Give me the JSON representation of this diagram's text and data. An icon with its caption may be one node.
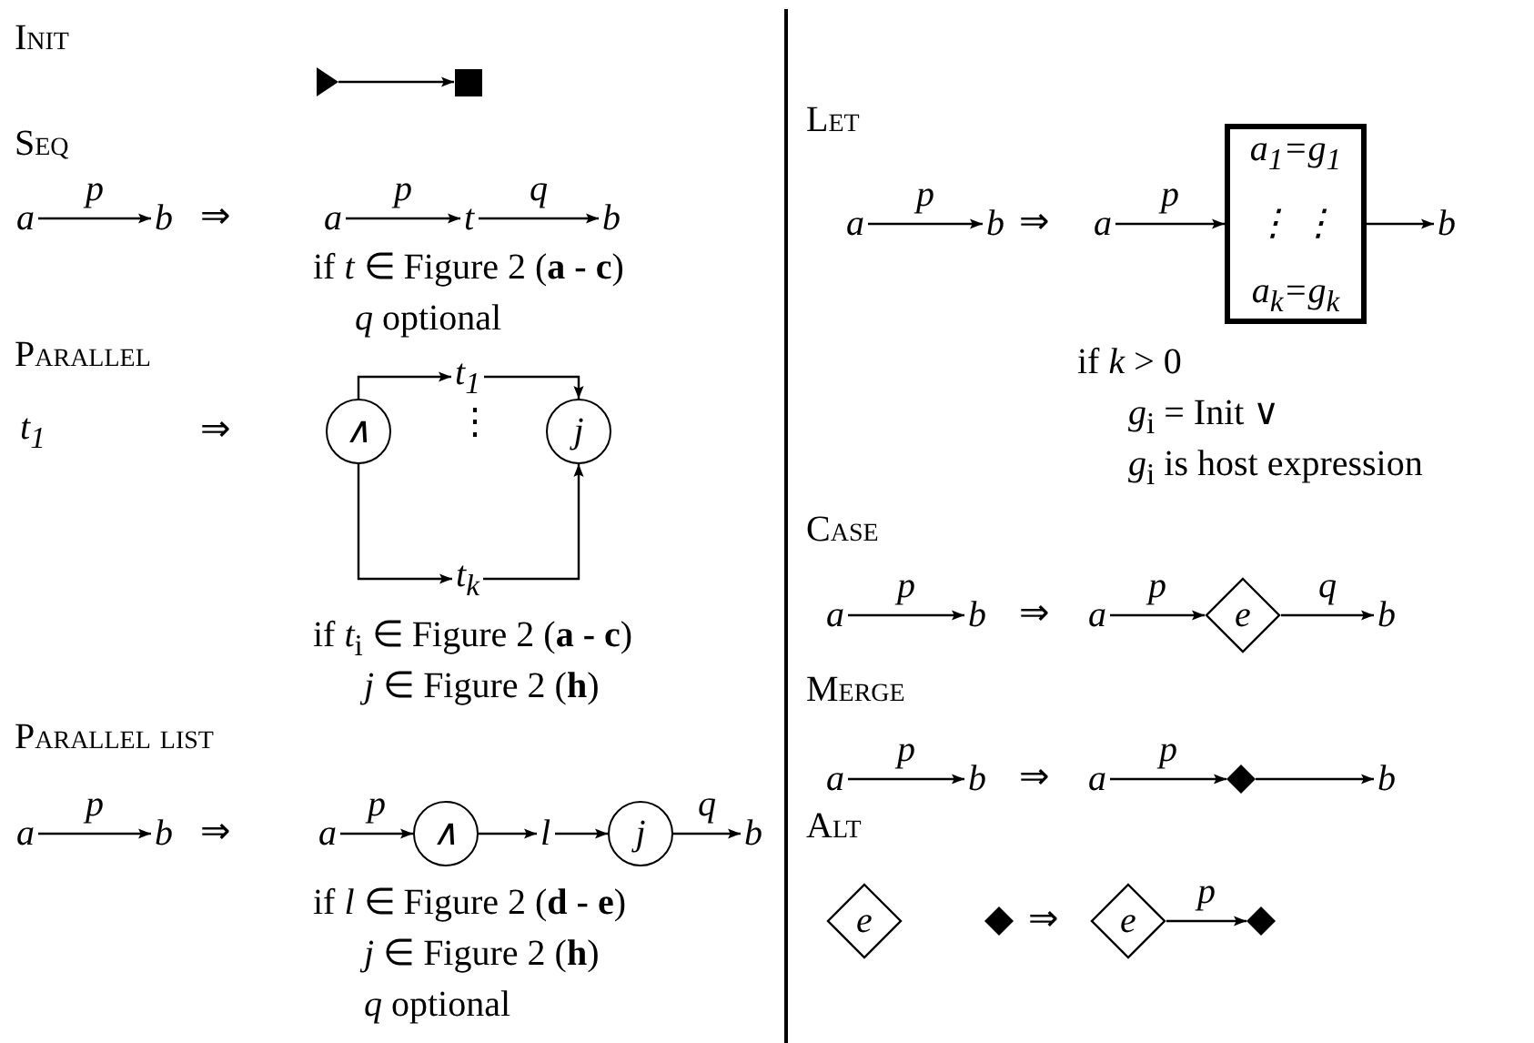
{
  "diagram": {
    "nodes": [
      {
        "text": [],
        "shape": "triangle"
      },
      {
        "text": [],
        "shape": "box"
      },
      {
        "text": [
          "a"
        ]
      },
      {
        "text": [
          "b"
        ]
      },
      {
        "text": [
          "a"
        ]
      },
      {
        "text": [
          "t"
        ]
      },
      {
        "text": [
          "b"
        ]
      },
      {
        "text": [
          "t$_{1}$"
        ]
      },
      {
        "text": [
          "t$_{1}$"
        ]
      },
      {
        "text": [
          "∧"
        ]
      },
      {
        "text": [
          "j"
        ]
      },
      {
        "text": [
          "t$_{k}$"
        ]
      },
      {
        "text": [
          "a"
        ]
      },
      {
        "text": [
          "b"
        ]
      },
      {
        "text": [
          "a"
        ]
      },
      {
        "text": [
          "∧"
        ]
      },
      {
        "text": [
          "l"
        ]
      },
      {
        "text": [
          "j"
        ]
      },
      {
        "text": [
          "b"
        ]
      },
      {
        "text": [
          "a"
        ]
      },
      {
        "text": [
          "b"
        ]
      },
      {
        "text": [
          "a"
        ]
      },
      {
        "text": [
          "a$_{1}$=g$_{1}$",
          "⋮ ⋮",
          "a$_{k}$=g$_{k}$"
        ]
      },
      {
        "text": [
          "b"
        ]
      },
      {
        "text": [
          "a"
        ]
      },
      {
        "text": [
          "b"
        ]
      },
      {
        "text": [
          "a"
        ]
      },
      {
        "text": [
          "e"
        ]
      },
      {
        "text": [
          "b"
        ]
      },
      {
        "text": [
          "a"
        ]
      },
      {
        "text": [
          "b"
        ]
      },
      {
        "text": [
          "a"
        ]
      },
      {
        "text": [],
        "shape": "diamond"
      },
      {
        "text": [
          "b"
        ]
      },
      {
        "text": [
          "e"
        ]
      },
      {
        "text": [],
        "shape": "diamond"
      },
      {
        "text": [
          "e"
        ]
      },
      {
        "text": [],
        "shape": "diamond"
      }
    ],
    "edges": [
      {
        "from": 0,
        "to": 1,
        "arrow": "to"
      },
      {
        "from": 2,
        "to": 3,
        "arrow": "to",
        "label": "p"
      },
      {
        "from": 4,
        "to": 5,
        "arrow": "to",
        "label": "p"
      },
      {
        "from": 5,
        "to": 6,
        "arrow": "to",
        "label": "q"
      },
      {
        "from": 9,
        "to": 8,
        "arrow": "to"
      },
      {
        "from": 8,
        "to": 10,
        "arrow": "to"
      },
      {
        "from": 9,
        "to": 11,
        "arrow": "to"
      },
      {
        "from": 11,
        "to": 10,
        "arrow": "to"
      },
      {
        "from": 12,
        "to": 13,
        "arrow": "to",
        "label": "p"
      },
      {
        "from": 14,
        "to": 15,
        "arrow": "to",
        "label": "p"
      },
      {
        "from": 15,
        "to": 16,
        "arrow": "to"
      },
      {
        "from": 16,
        "to": 17,
        "arrow": "to"
      },
      {
        "from": 17,
        "to": 18,
        "arrow": "to",
        "label": "q"
      },
      {
        "from": 19,
        "to": 20,
        "arrow": "to",
        "label": "p"
      },
      {
        "from": 21,
        "to": 22,
        "arrow": "to",
        "label": "p"
      },
      {
        "from": 22,
        "to": 23,
        "arrow": "to"
      },
      {
        "from": 24,
        "to": 25,
        "arrow": "to",
        "label": "p"
      },
      {
        "from": 26,
        "to": 27,
        "arrow": "to",
        "label": "p"
      },
      {
        "from": 27,
        "to": 28,
        "arrow": "to",
        "label": "q"
      },
      {
        "from": 29,
        "to": 30,
        "arrow": "to",
        "label": "p"
      },
      {
        "from": 31,
        "to": 32,
        "arrow": "to",
        "label": "p"
      },
      {
        "from": 32,
        "to": 33,
        "arrow": "to"
      },
      {
        "from": 36,
        "to": 37,
        "arrow": "to",
        "label": "p"
      }
    ],
    "labels": [
      "Init",
      "Seq",
      "⇒",
      "if *t* ∈ Figure 2 (**a - c**)",
      "*q* optional",
      "Parallel",
      "⇒",
      "⋮",
      "if *t*$_{i}$ ∈ Figure 2 (**a - c**)",
      "*j* ∈ Figure 2 (**h**)",
      "Parallel list",
      "⇒",
      "if *l* ∈ Figure 2 (**d - e**)",
      "*j* ∈ Figure 2 (**h**)",
      "*q* optional",
      "Let",
      "⇒",
      "if *k* > 0",
      "*g*$_{i}$ = Init ∨",
      "*g*$_{i}$ is host expression",
      "Case",
      "⇒",
      "Merge",
      "⇒",
      "Alt",
      "⇒"
    ]
  }
}
